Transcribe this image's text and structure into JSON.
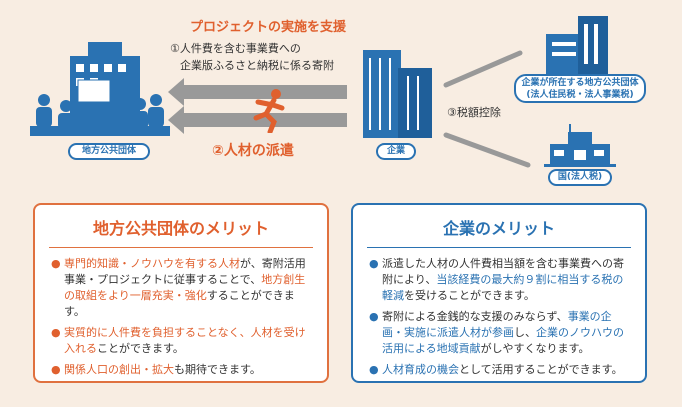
{
  "top": {
    "support_title": "プロジェクトの実施を支援",
    "donation_line1": "①人件費を含む事業費への",
    "donation_line2": "企業版ふるさと納税に係る寄附",
    "dispatch": "②人材の派遣",
    "tax_credit": "③税額控除"
  },
  "labels": {
    "local_gov": "地方公共団体",
    "company": "企業",
    "local_tax": "企業が所在する地方公共団体",
    "local_tax_sub": "(法人住民税・法人事業税)",
    "national": "国(法人税)"
  },
  "left_box": {
    "title": "地方公共団体のメリット",
    "bullets": [
      [
        {
          "t": "専門的知識・ノウハウを有する人材",
          "h": 1
        },
        {
          "t": "が、寄附活用事業・プロジェクトに従事することで、",
          "h": 0
        },
        {
          "t": "地方創生の取組をより一層充実・強化",
          "h": 1
        },
        {
          "t": "することができます。",
          "h": 0
        }
      ],
      [
        {
          "t": "実質的に人件費を負担することなく、人材を受け入れる",
          "h": 1
        },
        {
          "t": "ことができます。",
          "h": 0
        }
      ],
      [
        {
          "t": "関係人口の創出・拡大",
          "h": 1
        },
        {
          "t": "も期待できます。",
          "h": 0
        }
      ]
    ]
  },
  "right_box": {
    "title": "企業のメリット",
    "bullets": [
      [
        {
          "t": "派遣した人材の人件費相当額を含む事業費への寄附により、",
          "h": 0
        },
        {
          "t": "当該経費の最大約９割に相当する税の軽減",
          "h": 1
        },
        {
          "t": "を受けることができます。",
          "h": 0
        }
      ],
      [
        {
          "t": "寄附による金銭的な支援のみならず、",
          "h": 0
        },
        {
          "t": "事業の企画・実施に派遣人材が参画",
          "h": 1
        },
        {
          "t": "し、",
          "h": 0
        },
        {
          "t": "企業のノウハウの活用による地域貢献",
          "h": 1
        },
        {
          "t": "がしやすくなります。",
          "h": 0
        }
      ],
      [
        {
          "t": "人材育成の機会",
          "h": 1
        },
        {
          "t": "として活用することができます。",
          "h": 0
        }
      ]
    ]
  },
  "colors": {
    "orange": "#e0602e",
    "blue": "#2a72b2",
    "bg": "#f8ede2"
  }
}
